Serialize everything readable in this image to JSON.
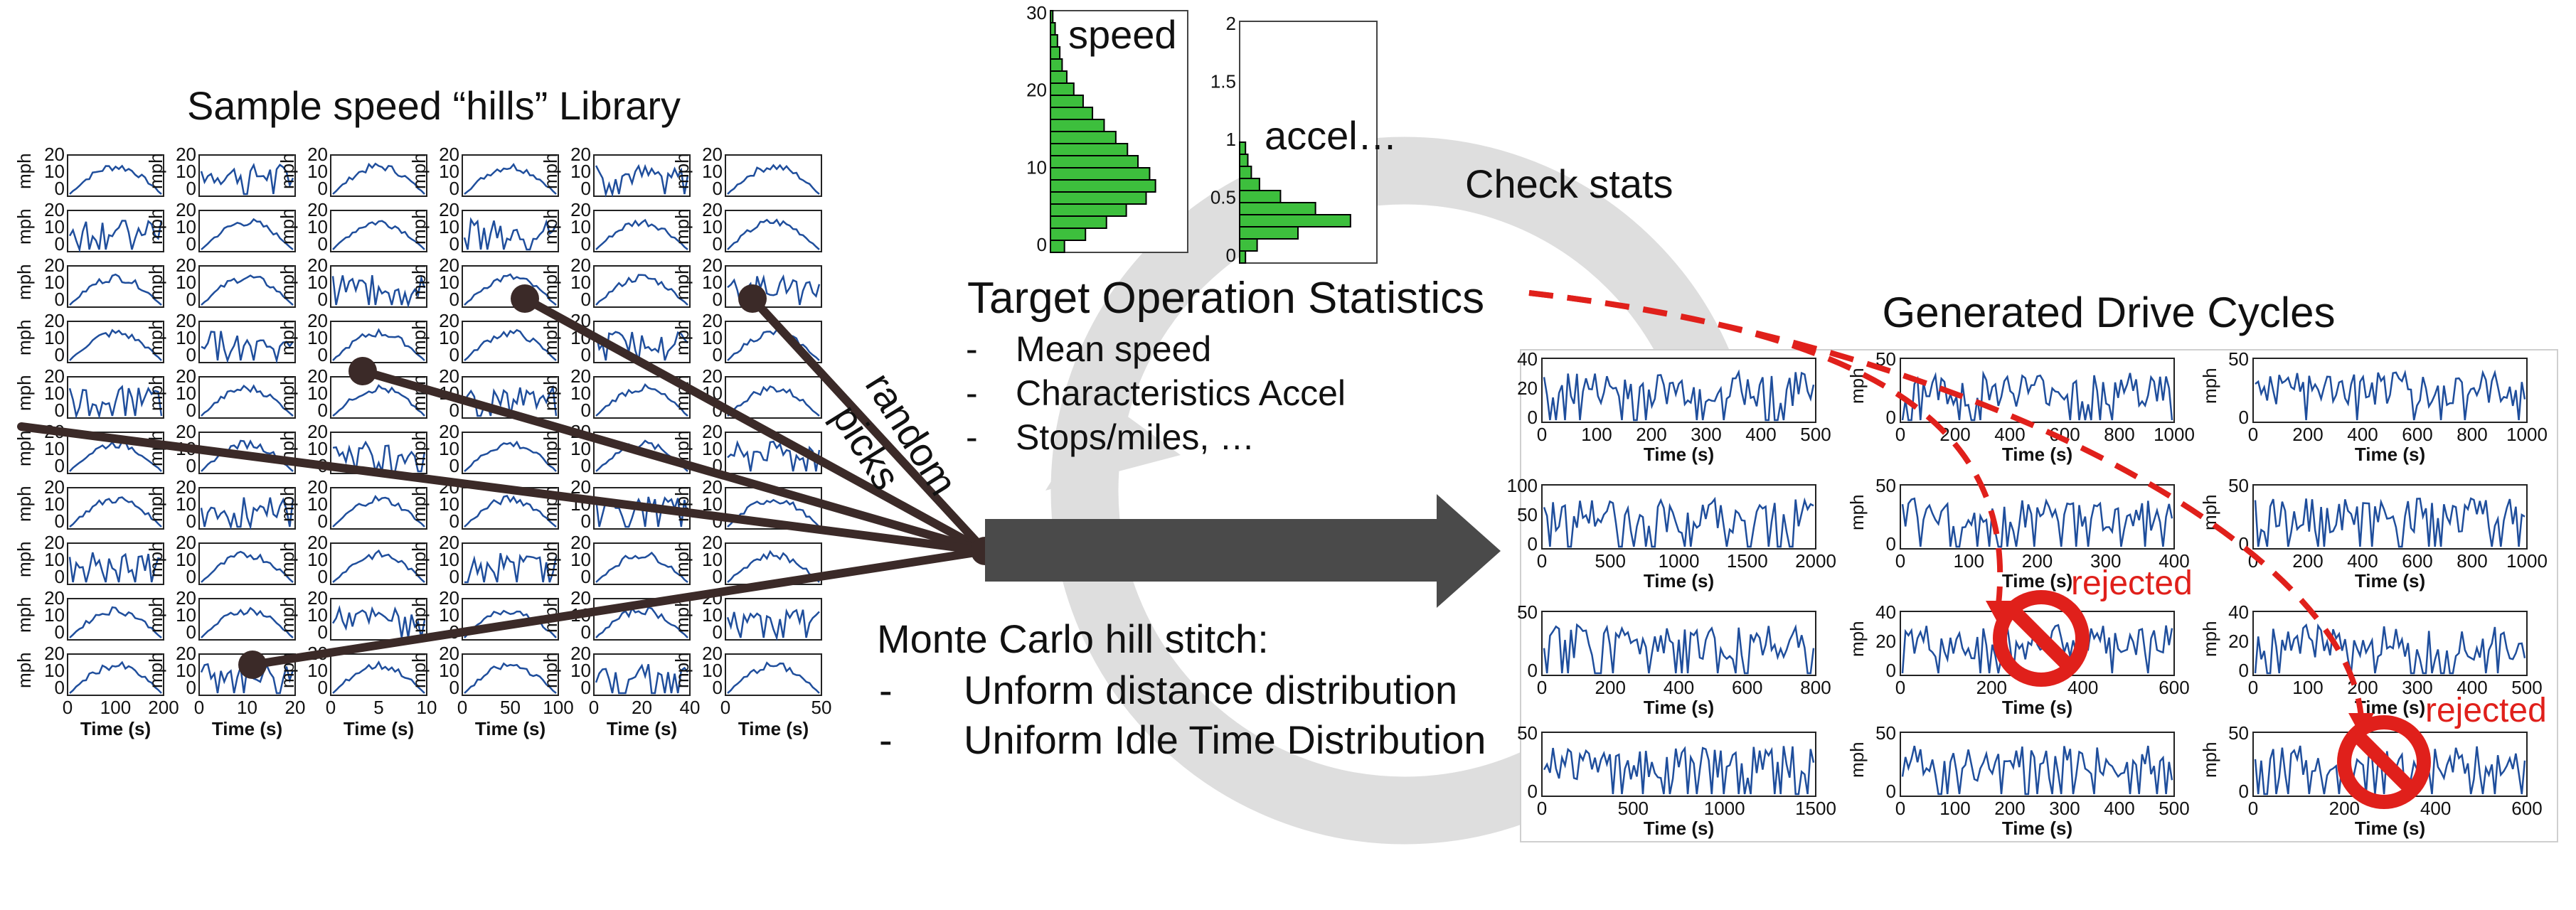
{
  "library": {
    "title": "Sample speed “hills” Library",
    "ylabel": "mph",
    "xlabel": "Time (s)",
    "bottom_ticks": [
      [
        "0",
        "100",
        "200"
      ],
      [
        "0",
        "10",
        "20"
      ],
      [
        "0",
        "5",
        "10"
      ],
      [
        "0",
        "50",
        "100"
      ],
      [
        "0",
        "20",
        "40"
      ],
      [
        "0",
        "50"
      ]
    ]
  },
  "histograms": {
    "speed": {
      "label": "speed",
      "yticks": [
        "30",
        "20",
        "10",
        "0"
      ]
    },
    "accel": {
      "label": "accel…",
      "yticks": [
        "2",
        "1.5",
        "1",
        "0.5",
        "0"
      ]
    }
  },
  "target": {
    "title": "Target Operation Statistics",
    "items": [
      "Mean speed",
      "Characteristics Accel",
      "Stops/miles, …"
    ]
  },
  "check_stats": "Check stats",
  "random_picks": {
    "line1": "random",
    "line2": "picks"
  },
  "monte_carlo": {
    "title": "Monte Carlo hill stitch:",
    "items": [
      "Unform distance distribution",
      "Uniform Idle Time Distribution"
    ]
  },
  "generated": {
    "title": "Generated Drive Cycles",
    "xlabel": "Time (s)",
    "ylabel": "mph",
    "panels": [
      {
        "y": [
          "40",
          "20",
          "0"
        ],
        "x": [
          "0",
          "100",
          "200",
          "300",
          "400",
          "500"
        ]
      },
      {
        "y": [
          "50",
          "0"
        ],
        "x": [
          "0",
          "200",
          "400",
          "600",
          "800",
          "1000"
        ]
      },
      {
        "y": [
          "50",
          "0"
        ],
        "x": [
          "0",
          "200",
          "400",
          "600",
          "800",
          "1000"
        ]
      },
      {
        "y": [
          "100",
          "50",
          "0"
        ],
        "x": [
          "0",
          "500",
          "1000",
          "1500",
          "2000"
        ]
      },
      {
        "y": [
          "50",
          "0"
        ],
        "x": [
          "0",
          "100",
          "200",
          "300",
          "400"
        ]
      },
      {
        "y": [
          "50",
          "0"
        ],
        "x": [
          "0",
          "200",
          "400",
          "600",
          "800",
          "1000"
        ]
      },
      {
        "y": [
          "50",
          "0"
        ],
        "x": [
          "0",
          "200",
          "400",
          "600",
          "800"
        ]
      },
      {
        "y": [
          "40",
          "20",
          "0"
        ],
        "x": [
          "0",
          "200",
          "400",
          "600"
        ]
      },
      {
        "y": [
          "40",
          "20",
          "0"
        ],
        "x": [
          "0",
          "100",
          "200",
          "300",
          "400",
          "500"
        ]
      },
      {
        "y": [
          "50",
          "0"
        ],
        "x": [
          "0",
          "500",
          "1000",
          "1500"
        ]
      },
      {
        "y": [
          "50",
          "0"
        ],
        "x": [
          "0",
          "100",
          "200",
          "300",
          "400",
          "500"
        ]
      },
      {
        "y": [
          "50",
          "0"
        ],
        "x": [
          "0",
          "200",
          "400",
          "600"
        ]
      }
    ]
  },
  "rejected_label": "rejected",
  "colors": {
    "trace": "#1f4e9c",
    "hist": "#3dbf3d",
    "red": "#e0201b",
    "line": "#3b2a28",
    "arrow": "#4a4a4a",
    "circle": "#d8d8d8"
  }
}
